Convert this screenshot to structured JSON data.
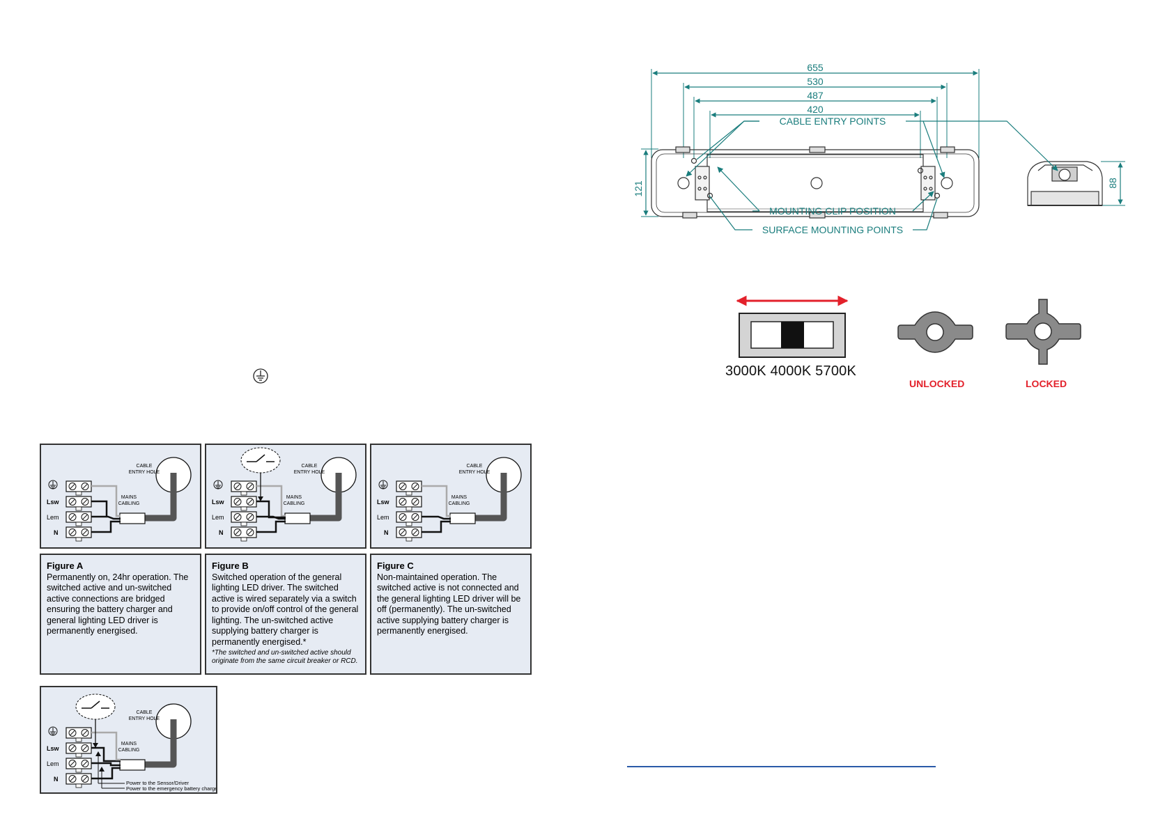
{
  "dimensions": {
    "d655": "655",
    "d530": "530",
    "d487": "487",
    "d420": "420",
    "d121": "121",
    "d88": "88"
  },
  "callouts": {
    "cable_entry": "CABLE ENTRY POINTS",
    "mounting_clip": "MOUNTING CLIP POSITION",
    "surface_mounting": "SURFACE MOUNTING POINTS"
  },
  "switch": {
    "label": "3000K 4000K 5700K"
  },
  "locks": {
    "unlocked": "UNLOCKED",
    "locked": "LOCKED"
  },
  "wiring_labels": {
    "cable_line1": "CABLE",
    "cable_line2": "ENTRY HOLE",
    "mains_line1": "MAINS",
    "mains_line2": "CABLING",
    "lsw": "Lsw",
    "lem": "Lem",
    "n": "N",
    "power_sensor": "Power to the Sensor/Driver",
    "power_battery": "Power to the emergency battery charger"
  },
  "figures": [
    {
      "title": "Figure A",
      "body": "Permanently on, 24hr operation. The switched active and un-switched active connections are bridged ensuring the battery charger and general lighting LED driver is permanently energised.",
      "note": ""
    },
    {
      "title": "Figure B",
      "body": "Switched operation of the general lighting LED driver. The switched active is wired separately via a switch to provide on/off control of the general lighting. The un-switched active supplying battery charger is permanently energised.*",
      "note": "*The switched and un-switched active should originate from the same circuit breaker or RCD."
    },
    {
      "title": "Figure C",
      "body": "Non-maintained operation. The switched active is not connected and the general lighting LED driver will be off (permanently). The un-switched active supplying battery charger is permanently energised.",
      "note": ""
    }
  ],
  "colors": {
    "dimension_teal": "#1a7d7d",
    "arrow_red": "#e3212b",
    "lock_grey": "#8a8a8a",
    "panel_bg": "#e6ebf3",
    "link_blue": "#2a5aa8"
  }
}
